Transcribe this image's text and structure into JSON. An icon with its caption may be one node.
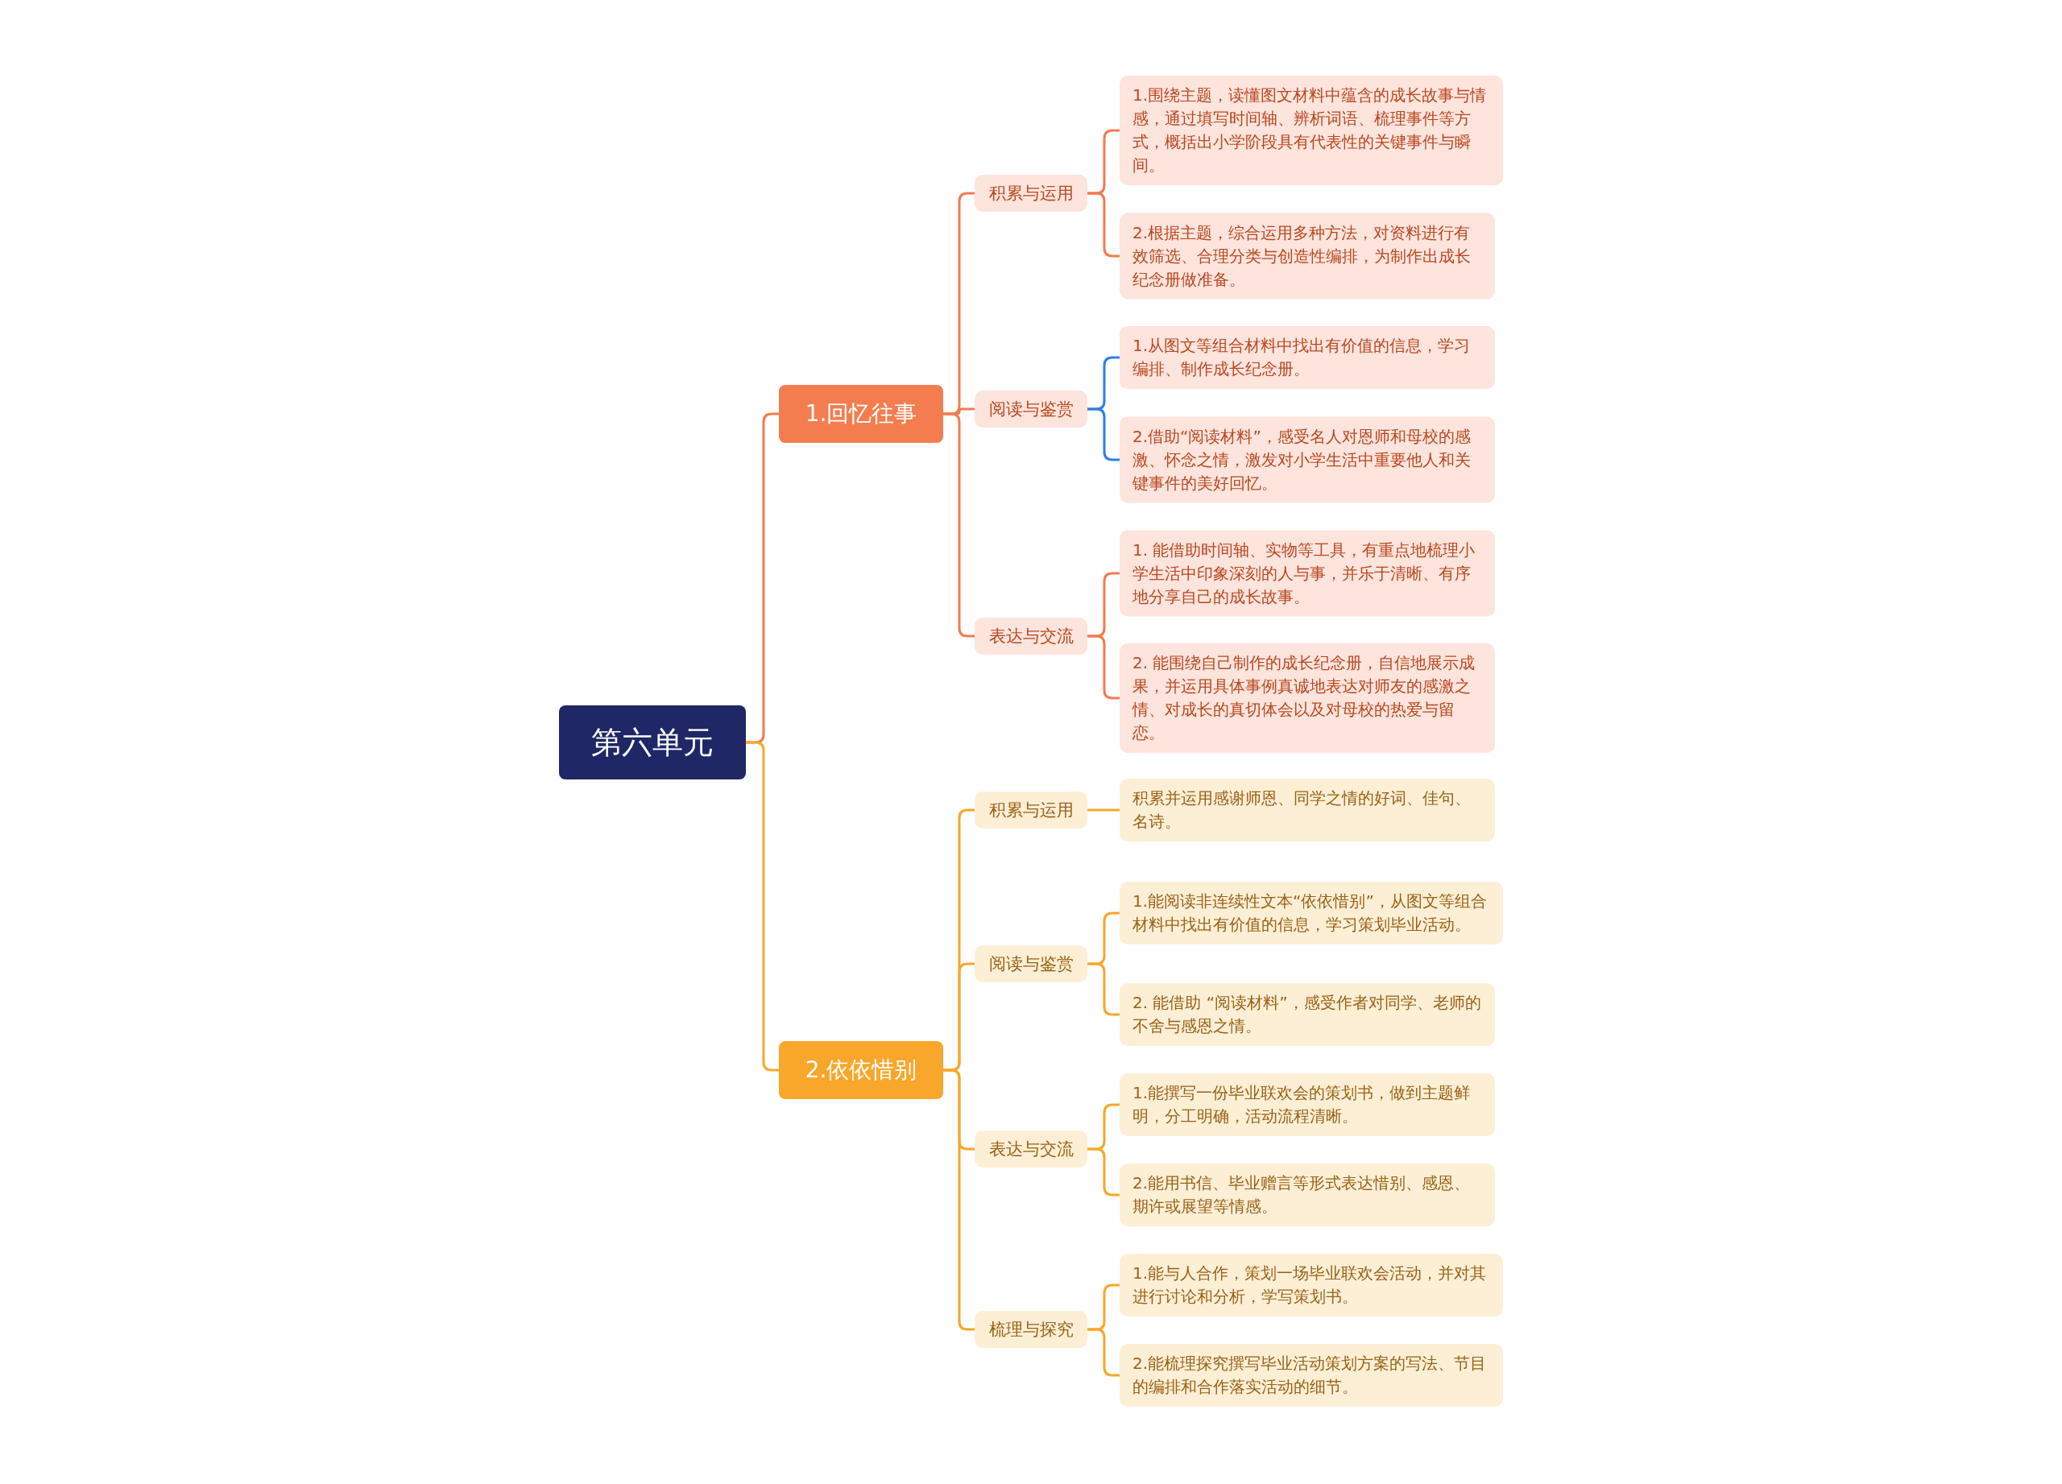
{
  "diagram": {
    "nodes": [
      {
        "text": [
          "第六单元"
        ]
      },
      {
        "text": [
          "1.回忆往事"
        ]
      },
      {
        "text": [
          "积累与运用"
        ]
      },
      {
        "text": [
          "1.围绕主题，读懂图文材料中蕴含的成长故事与情感，通过填写时间轴、辨析词语、梳理事件等方式，概括出小学阶段具有代表性的关键事件与瞬间。"
        ]
      },
      {
        "text": [
          "2.根据主题，综合运用多种方法，对资料进行有效筛选、合理分类与创造性编排，为制作出成长纪念册做准备。"
        ]
      },
      {
        "text": [
          "阅读与鉴赏"
        ]
      },
      {
        "text": [
          "1.从图文等组合材料中找出有价值的信息，学习编排、制作成长纪念册。"
        ]
      },
      {
        "text": [
          "2.借助“阅读材料”，感受名人对恩师和母校的感激、怀念之情，激发对小学生活中重要他人和关键事件的美好回忆。"
        ]
      },
      {
        "text": [
          "表达与交流"
        ]
      },
      {
        "text": [
          "1. 能借助时间轴、实物等工具，有重点地梳理小学生活中印象深刻的人与事，并乐于清晰、有序地分享自己的成长故事。"
        ]
      },
      {
        "text": [
          "2. 能围绕自己制作的成长纪念册，自信地展示成果，并运用具体事例真诚地表达对师友的感激之情、对成长的真切体会以及对母校的热爱与留恋。"
        ]
      },
      {
        "text": [
          "2.依依惜别"
        ]
      },
      {
        "text": [
          "积累与运用"
        ]
      },
      {
        "text": [
          "积累并运用感谢师恩、同学之情的好词、佳句、名诗。"
        ]
      },
      {
        "text": [
          "阅读与鉴赏"
        ]
      },
      {
        "text": [
          "1.能阅读非连续性文本“依依惜别”，从图文等组合材料中找出有价值的信息，学习策划毕业活动。"
        ]
      },
      {
        "text": [
          "2.  能借助 “阅读材料”，感受作者对同学、老师的不舍与感恩之情。"
        ]
      },
      {
        "text": [
          "表达与交流"
        ]
      },
      {
        "text": [
          "1.能撰写一份毕业联欢会的策划书，做到主题鲜明，分工明确，活动流程清晰。"
        ]
      },
      {
        "text": [
          "2.能用书信、毕业赠言等形式表达惜别、感恩、期许或展望等情感。"
        ]
      },
      {
        "text": [
          "梳理与探究"
        ]
      },
      {
        "text": [
          "1.能与人合作，策划一场毕业联欢会活动，并对其进行讨论和分析，学写策划书。"
        ]
      },
      {
        "text": [
          "2.能梳理探究撰写毕业活动策划方案的写法、节目的编排和合作落实活动的细节。"
        ]
      }
    ],
    "edges": [
      {
        "from": 0,
        "to": 1,
        "arrow": "none",
        "color": "#f27b50"
      },
      {
        "from": 1,
        "to": 2,
        "arrow": "none",
        "color": "#f27b50"
      },
      {
        "from": 2,
        "to": 3,
        "arrow": "none",
        "color": "#f27b50"
      },
      {
        "from": 2,
        "to": 4,
        "arrow": "none",
        "color": "#f27b50"
      },
      {
        "from": 1,
        "to": 5,
        "arrow": "none",
        "color": "#f27b50"
      },
      {
        "from": 5,
        "to": 6,
        "arrow": "none",
        "color": "#2f7ee6"
      },
      {
        "from": 5,
        "to": 7,
        "arrow": "none",
        "color": "#2f7ee6"
      },
      {
        "from": 1,
        "to": 8,
        "arrow": "none",
        "color": "#f27b50"
      },
      {
        "from": 8,
        "to": 9,
        "arrow": "none",
        "color": "#f27b50"
      },
      {
        "from": 8,
        "to": 10,
        "arrow": "none",
        "color": "#f27b50"
      },
      {
        "from": 0,
        "to": 11,
        "arrow": "none",
        "color": "#f8a72a"
      },
      {
        "from": 11,
        "to": 12,
        "arrow": "none",
        "color": "#f8a72a"
      },
      {
        "from": 12,
        "to": 13,
        "arrow": "none",
        "color": "#f8a72a"
      },
      {
        "from": 11,
        "to": 14,
        "arrow": "none",
        "color": "#f8a72a"
      },
      {
        "from": 14,
        "to": 15,
        "arrow": "none",
        "color": "#f8a72a"
      },
      {
        "from": 14,
        "to": 16,
        "arrow": "none",
        "color": "#f8a72a"
      },
      {
        "from": 11,
        "to": 17,
        "arrow": "none",
        "color": "#f8a72a"
      },
      {
        "from": 17,
        "to": 18,
        "arrow": "none",
        "color": "#f8a72a"
      },
      {
        "from": 17,
        "to": 19,
        "arrow": "none",
        "color": "#f8a72a"
      },
      {
        "from": 11,
        "to": 20,
        "arrow": "none",
        "color": "#f8a72a"
      },
      {
        "from": 20,
        "to": 21,
        "arrow": "none",
        "color": "#f8a72a"
      },
      {
        "from": 20,
        "to": 22,
        "arrow": "none",
        "color": "#f8a72a"
      }
    ]
  }
}
